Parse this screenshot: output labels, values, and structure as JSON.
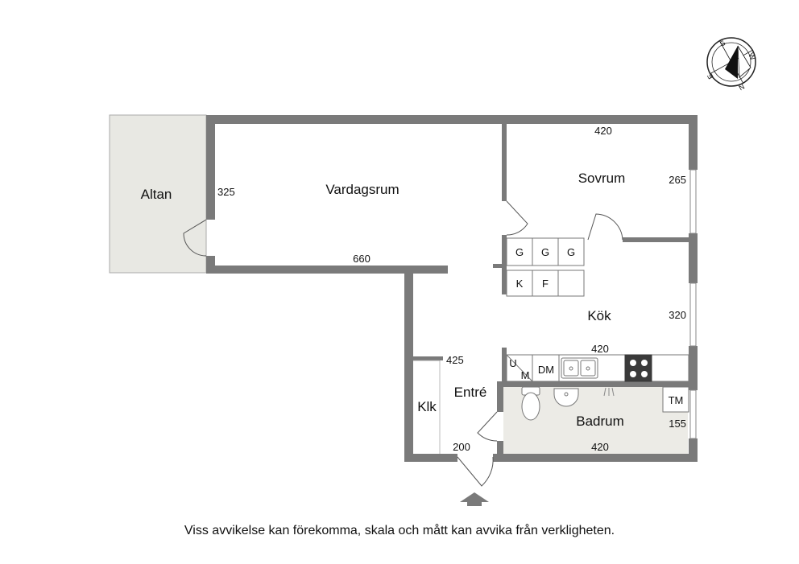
{
  "rooms": {
    "altan": "Altan",
    "vardagsrum": "Vardagsrum",
    "sovrum": "Sovrum",
    "kok": "Kök",
    "entre": "Entré",
    "klk": "Klk",
    "badrum": "Badrum"
  },
  "dimensions": {
    "vardagsrum_height": "325",
    "vardagsrum_width": "660",
    "sovrum_width": "420",
    "sovrum_height": "265",
    "kok_height": "320",
    "kok_width": "420",
    "entre_height": "425",
    "entre_width": "200",
    "badrum_width": "420",
    "badrum_height": "155"
  },
  "fixtures": {
    "wardrobe_g1": "G",
    "wardrobe_g2": "G",
    "wardrobe_g3": "G",
    "fridge_k": "K",
    "freezer_f": "F",
    "u": "U",
    "m": "M",
    "dishwasher": "DM",
    "tm": "TM"
  },
  "compass": {
    "n": "N",
    "s": "S",
    "e": "E",
    "w": "W"
  },
  "disclaimer": "Viss avvikelse kan förekomma, skala och mått kan avvika från verkligheten."
}
